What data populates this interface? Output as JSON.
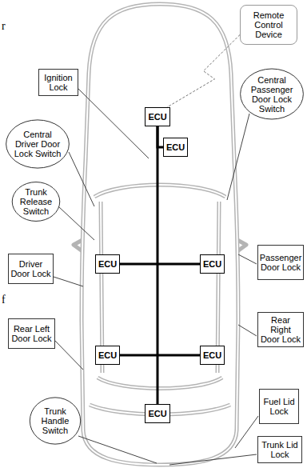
{
  "diagram": {
    "nodes": [
      {
        "text": [
          "Remote Control Device"
        ]
      },
      {
        "text": [
          "Ignition Lock"
        ]
      },
      {
        "text": [
          "ECU"
        ]
      },
      {
        "text": [
          "Central Passenger Door Lock Switch"
        ]
      },
      {
        "text": [
          "Central Driver Door Lock Switch"
        ]
      },
      {
        "text": [
          "ECU"
        ]
      },
      {
        "text": [
          "Trunk Release Switch"
        ]
      },
      {
        "text": [
          "Passenger Door Lock"
        ]
      },
      {
        "text": [
          "Driver Door Lock"
        ]
      },
      {
        "text": [
          "ECU"
        ]
      },
      {
        "text": [
          "ECU"
        ]
      },
      {
        "text": [
          "Rear Right Door Lock"
        ]
      },
      {
        "text": [
          "Rear Left Door Lock"
        ]
      },
      {
        "text": [
          "ECU"
        ]
      },
      {
        "text": [
          "ECU"
        ]
      },
      {
        "text": [
          "Fuel Lid Lock"
        ]
      },
      {
        "text": [
          "Trunk Handle Switch"
        ]
      },
      {
        "text": [
          "ECU"
        ]
      },
      {
        "text": [
          "Trunk Lid Lock"
        ]
      }
    ],
    "edges": [
      {
        "from": 0,
        "to": 2,
        "arrow": "none"
      },
      {
        "from": 2,
        "to": 17,
        "arrow": "none"
      },
      {
        "from": 2,
        "to": 5,
        "arrow": "none"
      },
      {
        "from": 9,
        "to": 10,
        "arrow": "none"
      },
      {
        "from": 13,
        "to": 14,
        "arrow": "none"
      }
    ],
    "labels": [
      "r",
      "f"
    ]
  }
}
